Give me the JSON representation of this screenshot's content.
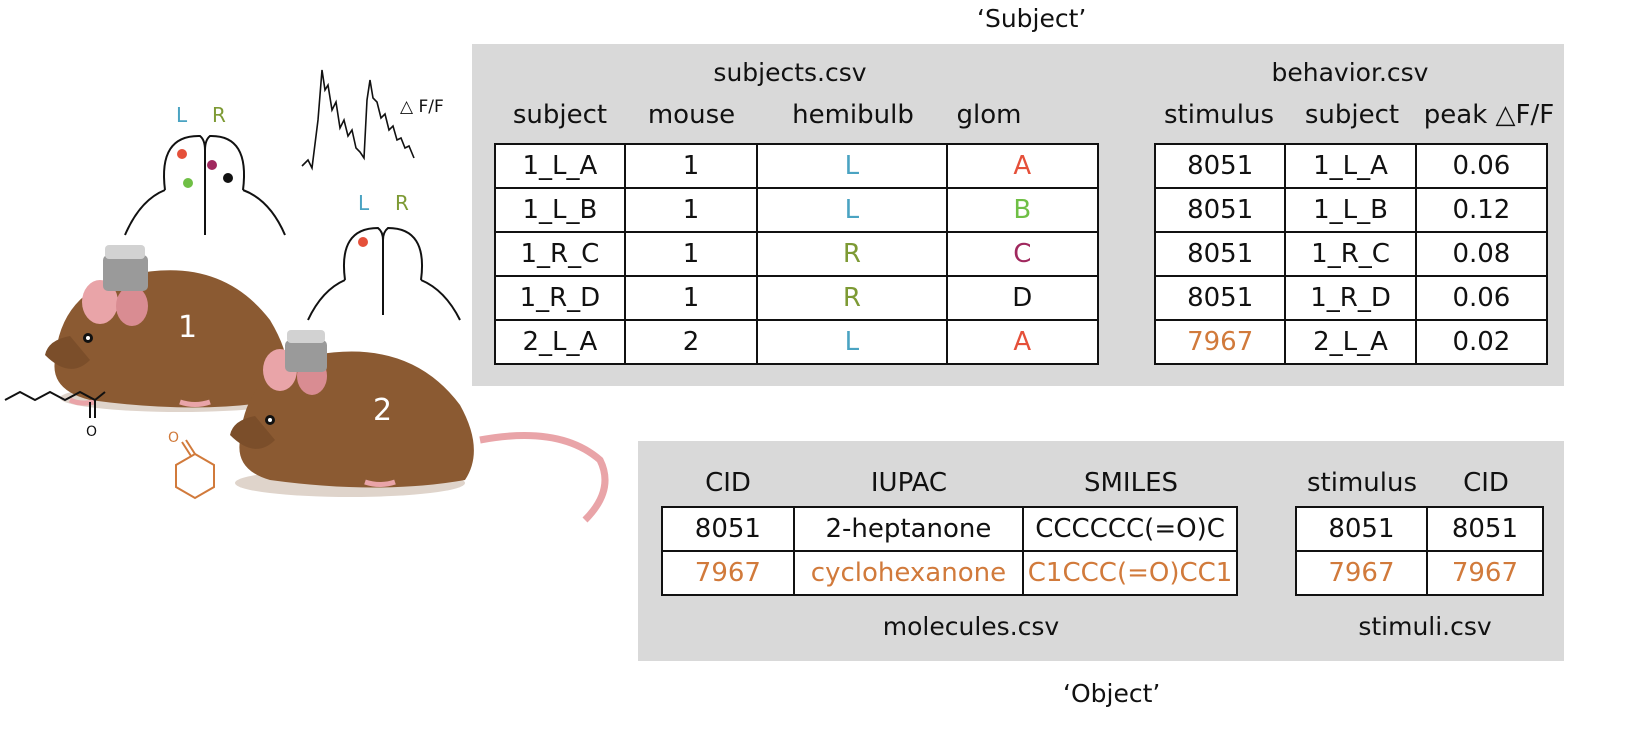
{
  "labels": {
    "subject_section": "‘Subject’",
    "object_section": "‘Object’"
  },
  "colors": {
    "panel_bg": "#d9d9d9",
    "hemi_L": "#4aa3c2",
    "hemi_R": "#7d9a34",
    "glom_A": "#e5503a",
    "glom_B": "#6fbf45",
    "glom_C": "#a0285e",
    "glom_D": "#111111",
    "highlight": "#d17a3b"
  },
  "illustration": {
    "bulb1_left_label": "L",
    "bulb1_right_label": "R",
    "bulb2_left_label": "L",
    "bulb2_right_label": "R",
    "trace_label": "△ F/F",
    "mouse1_number": "1",
    "mouse2_number": "2",
    "molecule1_atom": "O",
    "molecule2_atom": "O"
  },
  "subjects": {
    "caption": "subjects.csv",
    "headers": [
      "subject",
      "mouse",
      "hemibulb",
      "glom"
    ],
    "rows": [
      [
        "1_L_A",
        "1",
        "L",
        "A"
      ],
      [
        "1_L_B",
        "1",
        "L",
        "B"
      ],
      [
        "1_R_C",
        "1",
        "R",
        "C"
      ],
      [
        "1_R_D",
        "1",
        "R",
        "D"
      ],
      [
        "2_L_A",
        "2",
        "L",
        "A"
      ]
    ]
  },
  "behavior": {
    "caption": "behavior.csv",
    "headers": [
      "stimulus",
      "subject",
      "peak △F/F"
    ],
    "rows": [
      [
        "8051",
        "1_L_A",
        "0.06"
      ],
      [
        "8051",
        "1_L_B",
        "0.12"
      ],
      [
        "8051",
        "1_R_C",
        "0.08"
      ],
      [
        "8051",
        "1_R_D",
        "0.06"
      ],
      [
        "7967",
        "2_L_A",
        "0.02"
      ]
    ]
  },
  "molecules": {
    "caption": "molecules.csv",
    "headers": [
      "CID",
      "IUPAC",
      "SMILES"
    ],
    "rows": [
      [
        "8051",
        "2-heptanone",
        "CCCCCC(=O)C"
      ],
      [
        "7967",
        "cyclohexanone",
        "C1CCC(=O)CC1"
      ]
    ]
  },
  "stimuli": {
    "caption": "stimuli.csv",
    "headers": [
      "stimulus",
      "CID"
    ],
    "rows": [
      [
        "8051",
        "8051"
      ],
      [
        "7967",
        "7967"
      ]
    ]
  }
}
